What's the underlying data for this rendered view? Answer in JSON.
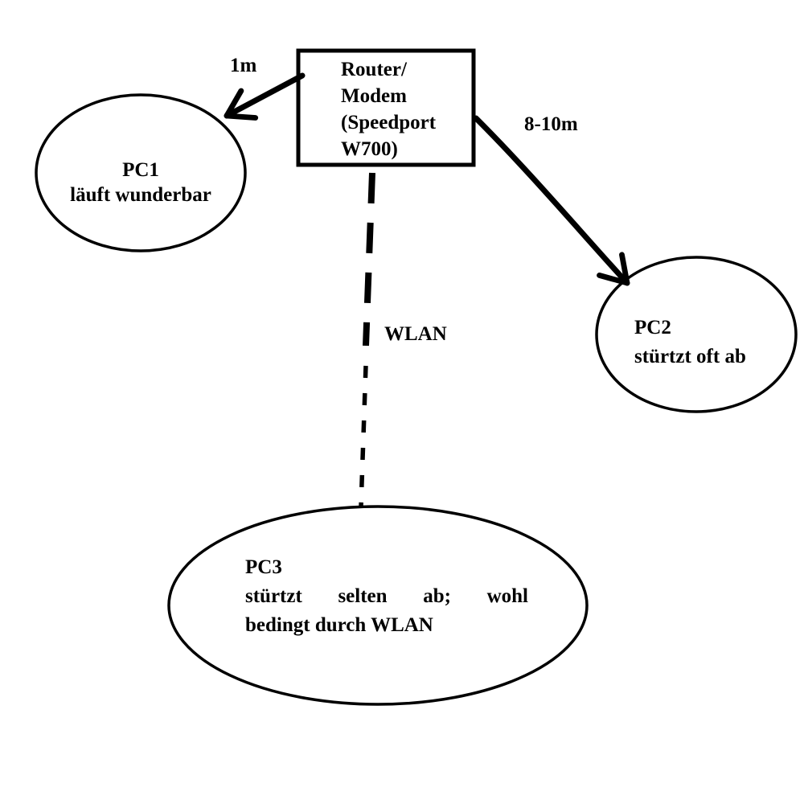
{
  "diagram": {
    "router": {
      "line1": "Router/",
      "line2": "Modem",
      "line3": "(Speedport",
      "line4": "W700)"
    },
    "pc1": {
      "title": "PC1",
      "subtitle": "läuft wunderbar"
    },
    "pc2": {
      "title": "PC2",
      "subtitle": "stürtzt oft ab"
    },
    "pc3": {
      "title": "PC3",
      "line2": "stürtzt  selten  ab;  wohl",
      "line3": "bedingt durch WLAN"
    },
    "edges": {
      "router_pc1_label": "1m",
      "router_pc2_label": "8-10m",
      "router_pc3_label": "WLAN"
    },
    "colors": {
      "stroke": "#000000",
      "background": "#ffffff"
    }
  }
}
